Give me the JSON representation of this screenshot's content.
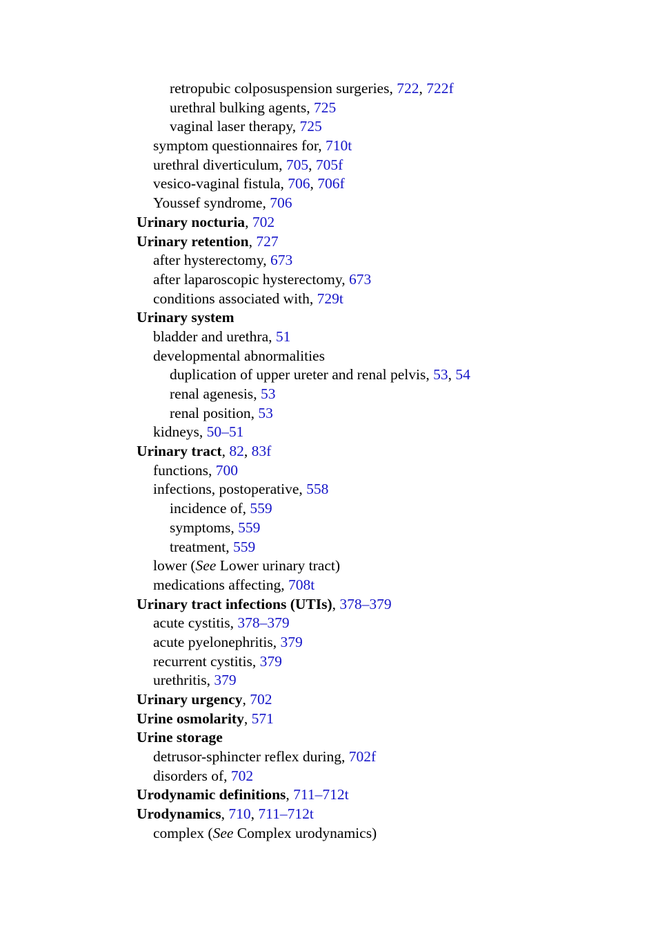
{
  "entries": [
    {
      "level": 2,
      "term": "retropubic colposuspension surgeries",
      "bold": false,
      "refs": [
        "722",
        "722f"
      ]
    },
    {
      "level": 2,
      "term": "urethral bulking agents",
      "bold": false,
      "refs": [
        "725"
      ]
    },
    {
      "level": 2,
      "term": "vaginal laser therapy",
      "bold": false,
      "refs": [
        "725"
      ]
    },
    {
      "level": 1,
      "term": "symptom questionnaires for",
      "bold": false,
      "refs": [
        "710t"
      ]
    },
    {
      "level": 1,
      "term": "urethral diverticulum",
      "bold": false,
      "refs": [
        "705",
        "705f"
      ]
    },
    {
      "level": 1,
      "term": "vesico-vaginal fistula",
      "bold": false,
      "refs": [
        "706",
        "706f"
      ]
    },
    {
      "level": 1,
      "term": "Youssef syndrome",
      "bold": false,
      "refs": [
        "706"
      ]
    },
    {
      "level": 0,
      "term": "Urinary nocturia",
      "bold": true,
      "refs": [
        "702"
      ]
    },
    {
      "level": 0,
      "term": "Urinary retention",
      "bold": true,
      "refs": [
        "727"
      ]
    },
    {
      "level": 1,
      "term": "after hysterectomy",
      "bold": false,
      "refs": [
        "673"
      ]
    },
    {
      "level": 1,
      "term": "after laparoscopic hysterectomy",
      "bold": false,
      "refs": [
        "673"
      ]
    },
    {
      "level": 1,
      "term": "conditions associated with",
      "bold": false,
      "refs": [
        "729t"
      ]
    },
    {
      "level": 0,
      "term": "Urinary system",
      "bold": true,
      "refs": []
    },
    {
      "level": 1,
      "term": "bladder and urethra",
      "bold": false,
      "refs": [
        "51"
      ]
    },
    {
      "level": 1,
      "term": "developmental abnormalities",
      "bold": false,
      "refs": []
    },
    {
      "level": 2,
      "term": "duplication of upper ureter and renal pelvis",
      "bold": false,
      "refs": [
        "53",
        "54"
      ]
    },
    {
      "level": 2,
      "term": "renal agenesis",
      "bold": false,
      "refs": [
        "53"
      ]
    },
    {
      "level": 2,
      "term": "renal position",
      "bold": false,
      "refs": [
        "53"
      ]
    },
    {
      "level": 1,
      "term": "kidneys",
      "bold": false,
      "refs": [
        "50–51"
      ]
    },
    {
      "level": 0,
      "term": "Urinary tract",
      "bold": true,
      "refs": [
        "82",
        "83f"
      ]
    },
    {
      "level": 1,
      "term": "functions",
      "bold": false,
      "refs": [
        "700"
      ]
    },
    {
      "level": 1,
      "term": "infections, postoperative",
      "bold": false,
      "refs": [
        "558"
      ]
    },
    {
      "level": 2,
      "term": "incidence of",
      "bold": false,
      "refs": [
        "559"
      ]
    },
    {
      "level": 2,
      "term": "symptoms",
      "bold": false,
      "refs": [
        "559"
      ]
    },
    {
      "level": 2,
      "term": "treatment",
      "bold": false,
      "refs": [
        "559"
      ]
    },
    {
      "level": 1,
      "term": "lower (",
      "bold": false,
      "refs": [],
      "see": "See",
      "see_target": " Lower urinary tract)"
    },
    {
      "level": 1,
      "term": "medications affecting",
      "bold": false,
      "refs": [
        "708t"
      ]
    },
    {
      "level": 0,
      "term": "Urinary tract infections (UTIs)",
      "bold": true,
      "refs": [
        "378–379"
      ]
    },
    {
      "level": 1,
      "term": "acute cystitis",
      "bold": false,
      "refs": [
        "378–379"
      ]
    },
    {
      "level": 1,
      "term": "acute pyelonephritis",
      "bold": false,
      "refs": [
        "379"
      ]
    },
    {
      "level": 1,
      "term": "recurrent cystitis",
      "bold": false,
      "refs": [
        "379"
      ]
    },
    {
      "level": 1,
      "term": "urethritis",
      "bold": false,
      "refs": [
        "379"
      ]
    },
    {
      "level": 0,
      "term": "Urinary urgency",
      "bold": true,
      "refs": [
        "702"
      ]
    },
    {
      "level": 0,
      "term": "Urine osmolarity",
      "bold": true,
      "refs": [
        "571"
      ]
    },
    {
      "level": 0,
      "term": "Urine storage",
      "bold": true,
      "refs": []
    },
    {
      "level": 1,
      "term": "detrusor-sphincter reflex during",
      "bold": false,
      "refs": [
        "702f"
      ]
    },
    {
      "level": 1,
      "term": "disorders of",
      "bold": false,
      "refs": [
        "702"
      ]
    },
    {
      "level": 0,
      "term": "Urodynamic definitions",
      "bold": true,
      "refs": [
        "711–712t"
      ]
    },
    {
      "level": 0,
      "term": "Urodynamics",
      "bold": true,
      "refs": [
        "710",
        "711–712t"
      ]
    },
    {
      "level": 1,
      "term": "complex (",
      "bold": false,
      "refs": [],
      "see": "See",
      "see_target": " Complex urodynamics)"
    }
  ],
  "colors": {
    "link": "#1515c8",
    "text": "#000000"
  }
}
